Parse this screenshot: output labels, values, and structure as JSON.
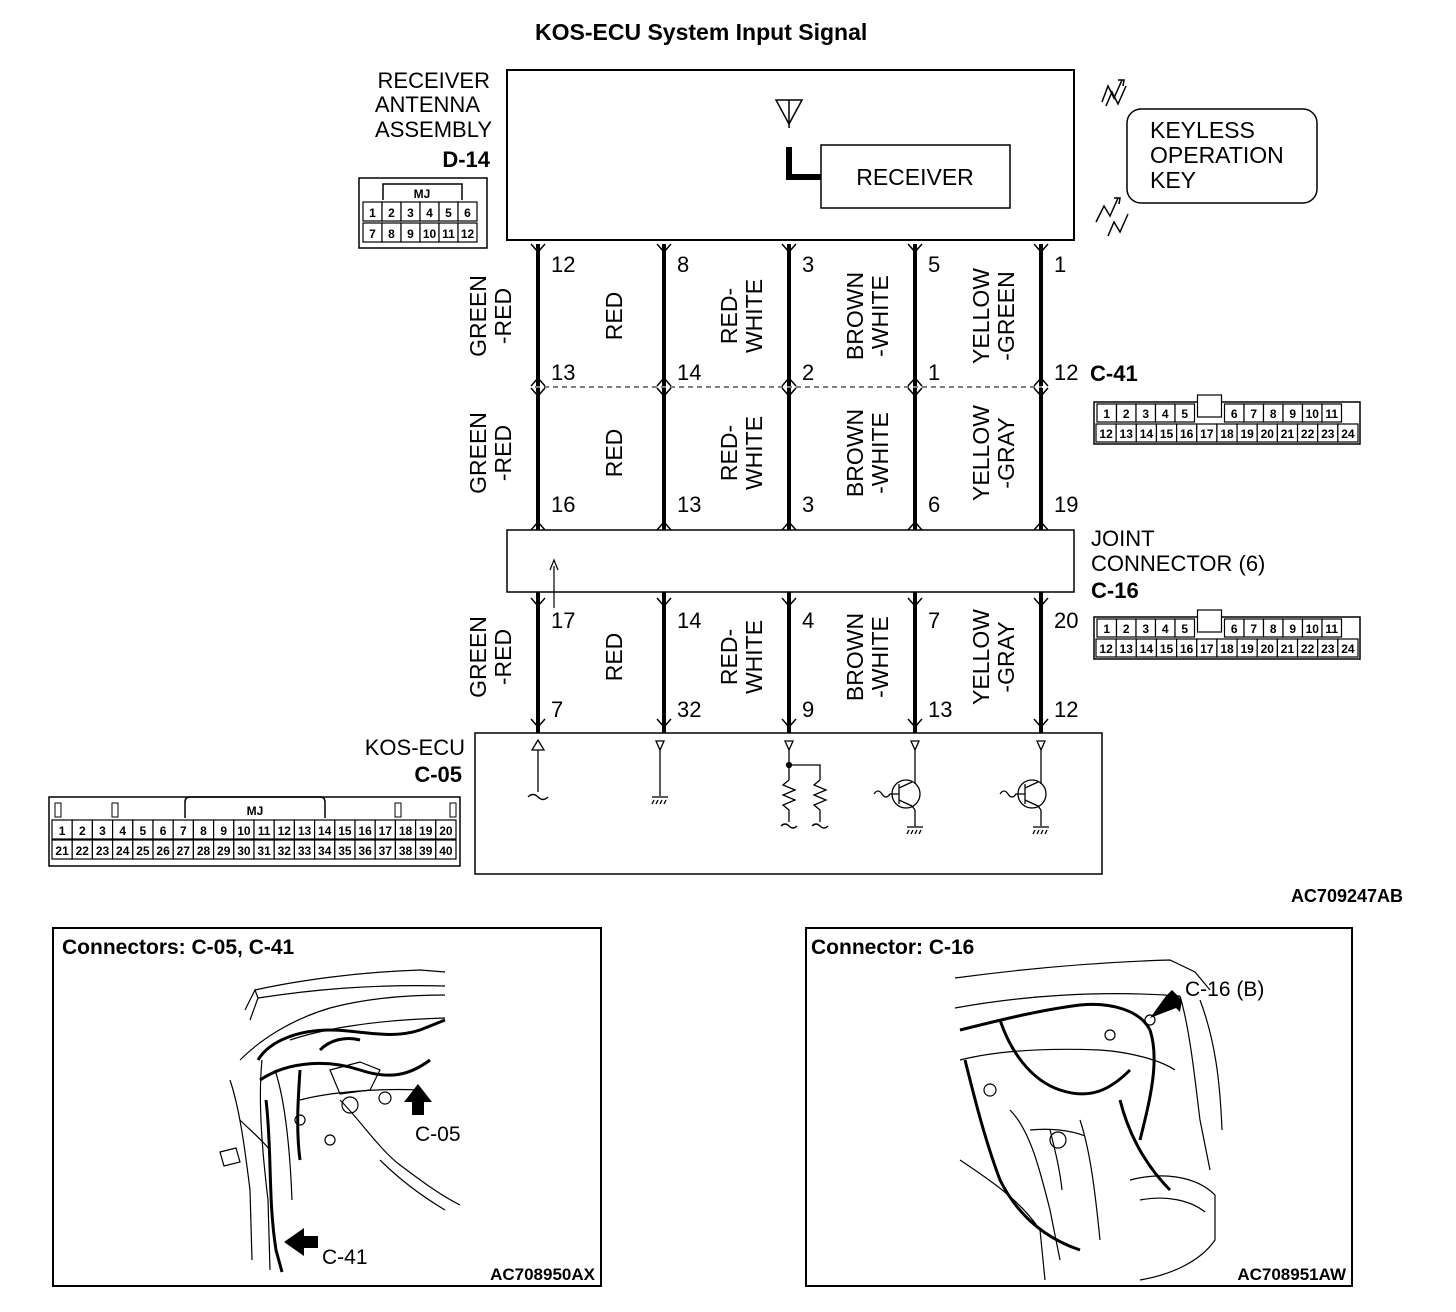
{
  "title": "KOS-ECU System Input Signal",
  "receiver_assembly": {
    "name_lines": [
      "RECEIVER",
      "ANTENNA",
      "ASSEMBLY"
    ],
    "connector_id": "D-14",
    "connector_tag": "MJ",
    "pins_row1": [
      "1",
      "2",
      "3",
      "4",
      "5",
      "6"
    ],
    "pins_row2": [
      "7",
      "8",
      "9",
      "10",
      "11",
      "12"
    ],
    "receiver_label": "RECEIVER"
  },
  "keyless_key": {
    "lines": [
      "KEYLESS",
      "OPERATION",
      "KEY"
    ]
  },
  "wires": [
    {
      "upper_color": [
        "GREEN",
        "-RED"
      ],
      "lower_color": [
        "GREEN",
        "-RED"
      ],
      "ecu_color": [
        "GREEN",
        "-RED"
      ],
      "d14_pin": "12",
      "c41_top_pin": "13",
      "c41_bottom_pin": "16",
      "c16_in_pin": "16",
      "c16_out_pin": "17",
      "ecu_pin": "7"
    },
    {
      "upper_color": [
        "RED"
      ],
      "lower_color": [
        "RED"
      ],
      "ecu_color": [
        "RED"
      ],
      "d14_pin": "8",
      "c41_top_pin": "14",
      "c41_bottom_pin": "13",
      "c16_in_pin": "13",
      "c16_out_pin": "14",
      "ecu_pin": "32"
    },
    {
      "upper_color": [
        "RED-",
        "WHITE"
      ],
      "lower_color": [
        "RED-",
        "WHITE"
      ],
      "ecu_color": [
        "RED-",
        "WHITE"
      ],
      "d14_pin": "3",
      "c41_top_pin": "2",
      "c41_bottom_pin": "3",
      "c16_in_pin": "3",
      "c16_out_pin": "4",
      "ecu_pin": "9"
    },
    {
      "upper_color": [
        "BROWN",
        "-WHITE"
      ],
      "lower_color": [
        "BROWN",
        "-WHITE"
      ],
      "ecu_color": [
        "BROWN",
        "-WHITE"
      ],
      "d14_pin": "5",
      "c41_top_pin": "1",
      "c41_bottom_pin": "6",
      "c16_in_pin": "6",
      "c16_out_pin": "7",
      "ecu_pin": "13"
    },
    {
      "upper_color": [
        "YELLOW",
        "-GREEN"
      ],
      "lower_color": [
        "YELLOW",
        "-GRAY"
      ],
      "ecu_color": [
        "YELLOW",
        "-GRAY"
      ],
      "d14_pin": "1",
      "c41_top_pin": "12",
      "c41_bottom_pin": "19",
      "c16_in_pin": "19",
      "c16_out_pin": "20",
      "ecu_pin": "12"
    }
  ],
  "c41": {
    "label": "C-41",
    "pins_row1": [
      "1",
      "2",
      "3",
      "4",
      "5",
      "",
      "6",
      "7",
      "8",
      "9",
      "10",
      "11"
    ],
    "pins_row2": [
      "12",
      "13",
      "14",
      "15",
      "16",
      "17",
      "18",
      "19",
      "20",
      "21",
      "22",
      "23",
      "24"
    ]
  },
  "joint_connector": {
    "lines": [
      "JOINT",
      "CONNECTOR (6)"
    ],
    "label": "C-16",
    "pins_row1": [
      "1",
      "2",
      "3",
      "4",
      "5",
      "",
      "6",
      "7",
      "8",
      "9",
      "10",
      "11"
    ],
    "pins_row2": [
      "12",
      "13",
      "14",
      "15",
      "16",
      "17",
      "18",
      "19",
      "20",
      "21",
      "22",
      "23",
      "24"
    ]
  },
  "kos_ecu": {
    "name": "KOS-ECU",
    "connector_id": "C-05",
    "connector_tag": "MJ",
    "pins_row1": [
      "1",
      "2",
      "3",
      "4",
      "5",
      "6",
      "7",
      "8",
      "9",
      "10",
      "11",
      "12",
      "13",
      "14",
      "15",
      "16",
      "17",
      "18",
      "19",
      "20"
    ],
    "pins_row2": [
      "21",
      "22",
      "23",
      "24",
      "25",
      "26",
      "27",
      "28",
      "29",
      "30",
      "31",
      "32",
      "33",
      "34",
      "35",
      "36",
      "37",
      "38",
      "39",
      "40"
    ]
  },
  "figure_code_main": "AC709247AB",
  "panel_left": {
    "title": "Connectors: C-05, C-41",
    "callout_a": "C-05",
    "callout_b": "C-41",
    "code": "AC708950AX"
  },
  "panel_right": {
    "title": "Connector: C-16",
    "callout": "C-16 (B)",
    "code": "AC708951AW"
  }
}
